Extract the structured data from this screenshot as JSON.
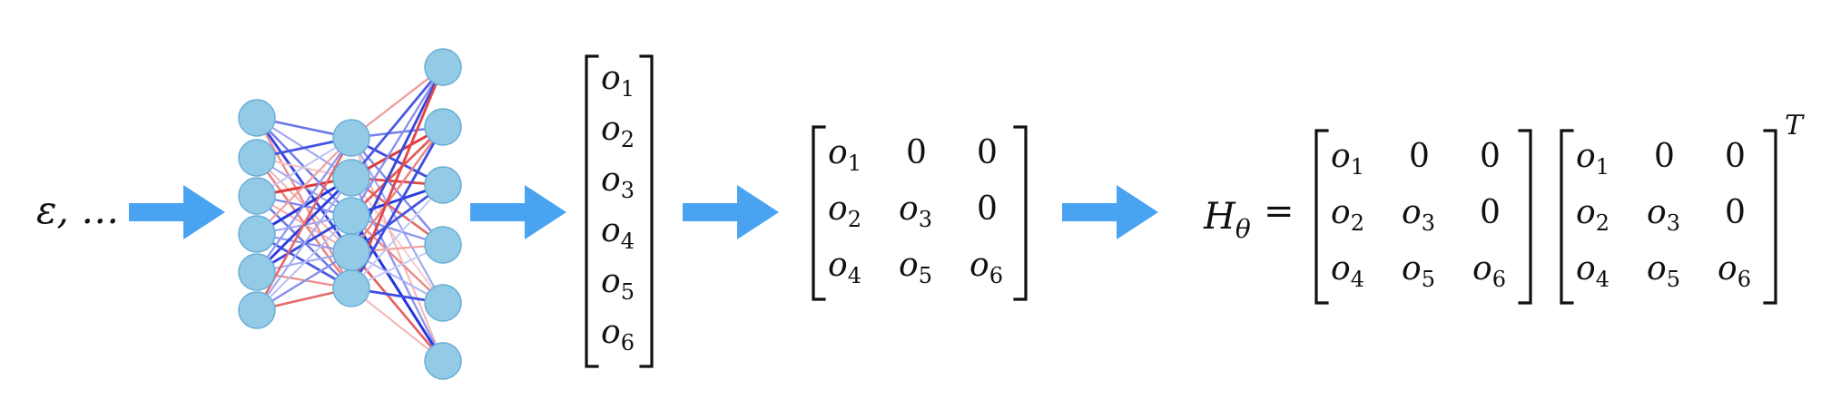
{
  "input_label": "ε, …",
  "colors": {
    "arrow": "#4aa3f0",
    "node_fill": "#93cbe7",
    "node_stroke": "#6aaed6",
    "edge_blue": "#2233dd",
    "edge_red": "#dd3333",
    "text": "#111111"
  },
  "network": {
    "layer_sizes": [
      6,
      5,
      6
    ],
    "icon": "neural-network-icon"
  },
  "output_vector": [
    "o",
    "o",
    "o",
    "o",
    "o",
    "o"
  ],
  "output_subscripts": [
    "1",
    "2",
    "3",
    "4",
    "5",
    "6"
  ],
  "lower_triangular": {
    "rows": [
      [
        {
          "v": "o",
          "s": "1"
        },
        {
          "v": "0",
          "s": ""
        },
        {
          "v": "0",
          "s": ""
        }
      ],
      [
        {
          "v": "o",
          "s": "2"
        },
        {
          "v": "o",
          "s": "3"
        },
        {
          "v": "0",
          "s": ""
        }
      ],
      [
        {
          "v": "o",
          "s": "4"
        },
        {
          "v": "o",
          "s": "5"
        },
        {
          "v": "o",
          "s": "6"
        }
      ]
    ]
  },
  "equation": {
    "lhs_symbol": "H",
    "lhs_subscript": "θ",
    "equals": "=",
    "transpose_symbol": "T"
  }
}
